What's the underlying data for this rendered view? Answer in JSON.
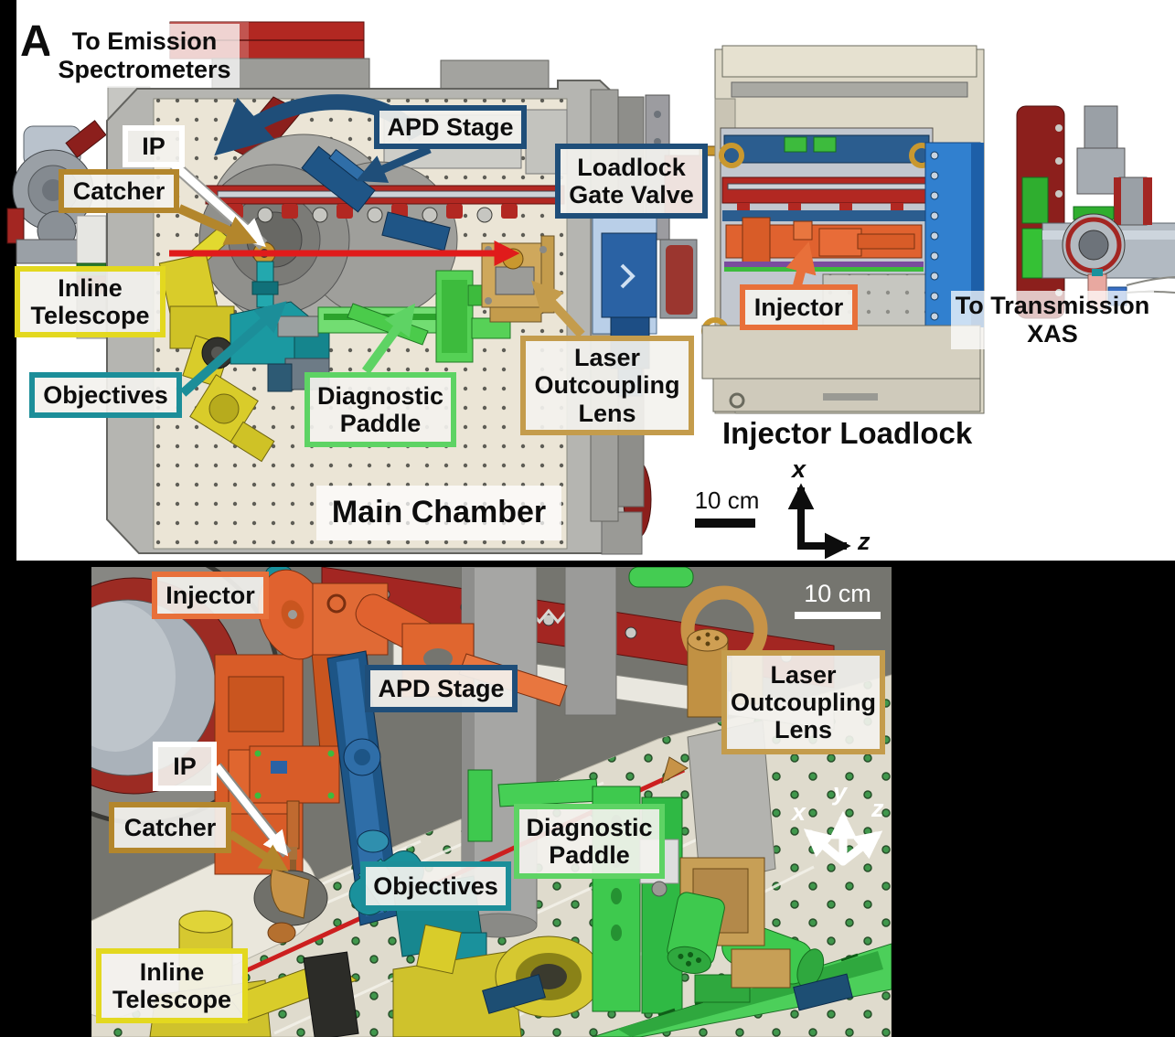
{
  "figure": {
    "colors": {
      "navy": "#1f4e79",
      "orange": "#e8703a",
      "catcher_gold": "#b3862c",
      "laser_gold": "#c49c4c",
      "yellow": "#e3d81f",
      "teal": "#1c8e99",
      "green": "#5ed364",
      "white": "#ffffff",
      "beam_red": "#e01b1b"
    },
    "panel_a": {
      "tag": "A",
      "labels": {
        "emission": "To Emission Spectrometers",
        "ip": "IP",
        "catcher": "Catcher",
        "apd": "APD Stage",
        "gate_valve": "Loadlock Gate Valve",
        "telescope": "Inline Telescope",
        "objectives": "Objectives",
        "paddle": "Diagnostic Paddle",
        "lens": "Laser Outcoupling Lens",
        "injector": "Injector",
        "main_chamber": "Main Chamber",
        "loadlock": "Injector Loadlock",
        "xas": "To Transmission XAS",
        "scale": "10 cm",
        "ax_x": "x",
        "ax_z": "z"
      }
    },
    "panel_3d": {
      "labels": {
        "injector": "Injector",
        "apd": "APD Stage",
        "ip": "IP",
        "catcher": "Catcher",
        "objectives": "Objectives",
        "telescope": "Inline Telescope",
        "paddle": "Diagnostic Paddle",
        "lens": "Laser Outcoupling Lens",
        "scale": "10 cm",
        "ax_x": "x",
        "ax_y": "y",
        "ax_z": "z"
      }
    }
  }
}
